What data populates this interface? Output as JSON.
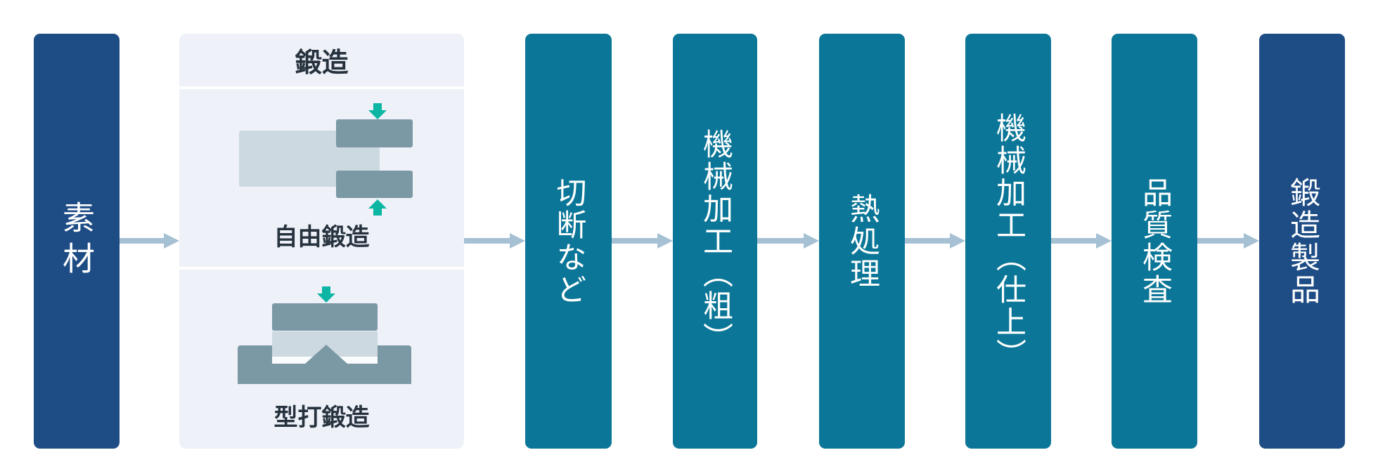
{
  "flow": {
    "connector": "right-arrow",
    "stages": [
      {
        "id": "material",
        "label": "素材",
        "style": "dark"
      },
      {
        "id": "forging",
        "label": "鍛造",
        "style": "panel",
        "methods": [
          {
            "id": "free-forging",
            "label": "自由鍛造",
            "icon": "free-forging-press-icon"
          },
          {
            "id": "die-forging",
            "label": "型打鍛造",
            "icon": "die-forging-press-icon"
          }
        ]
      },
      {
        "id": "cutting",
        "label": "切断など",
        "style": "teal"
      },
      {
        "id": "machining-rough",
        "label": "機械加工（粗）",
        "style": "teal"
      },
      {
        "id": "heat-treatment",
        "label": "熱処理",
        "style": "teal"
      },
      {
        "id": "machining-finish",
        "label": "機械加工（仕上）",
        "style": "teal"
      },
      {
        "id": "quality-inspection",
        "label": "品質検査",
        "style": "teal"
      },
      {
        "id": "forged-product",
        "label": "鍛造製品",
        "style": "dark"
      }
    ]
  },
  "colors": {
    "page-bg": "#ffffff",
    "stage-dark": "#1e4c85",
    "stage-teal": "#0b7697",
    "bar-text": "#ffffff",
    "flow-arrow": "#a6c1d4",
    "panel-bg": "#eef1f8",
    "panel-divider": "#ffffff",
    "label-ink": "#26323e",
    "die-dark": "#7b98a5",
    "workpiece-light": "#ccd9e0",
    "die-groove": "#fafbfd",
    "press-arrow": "#0db5a3"
  }
}
